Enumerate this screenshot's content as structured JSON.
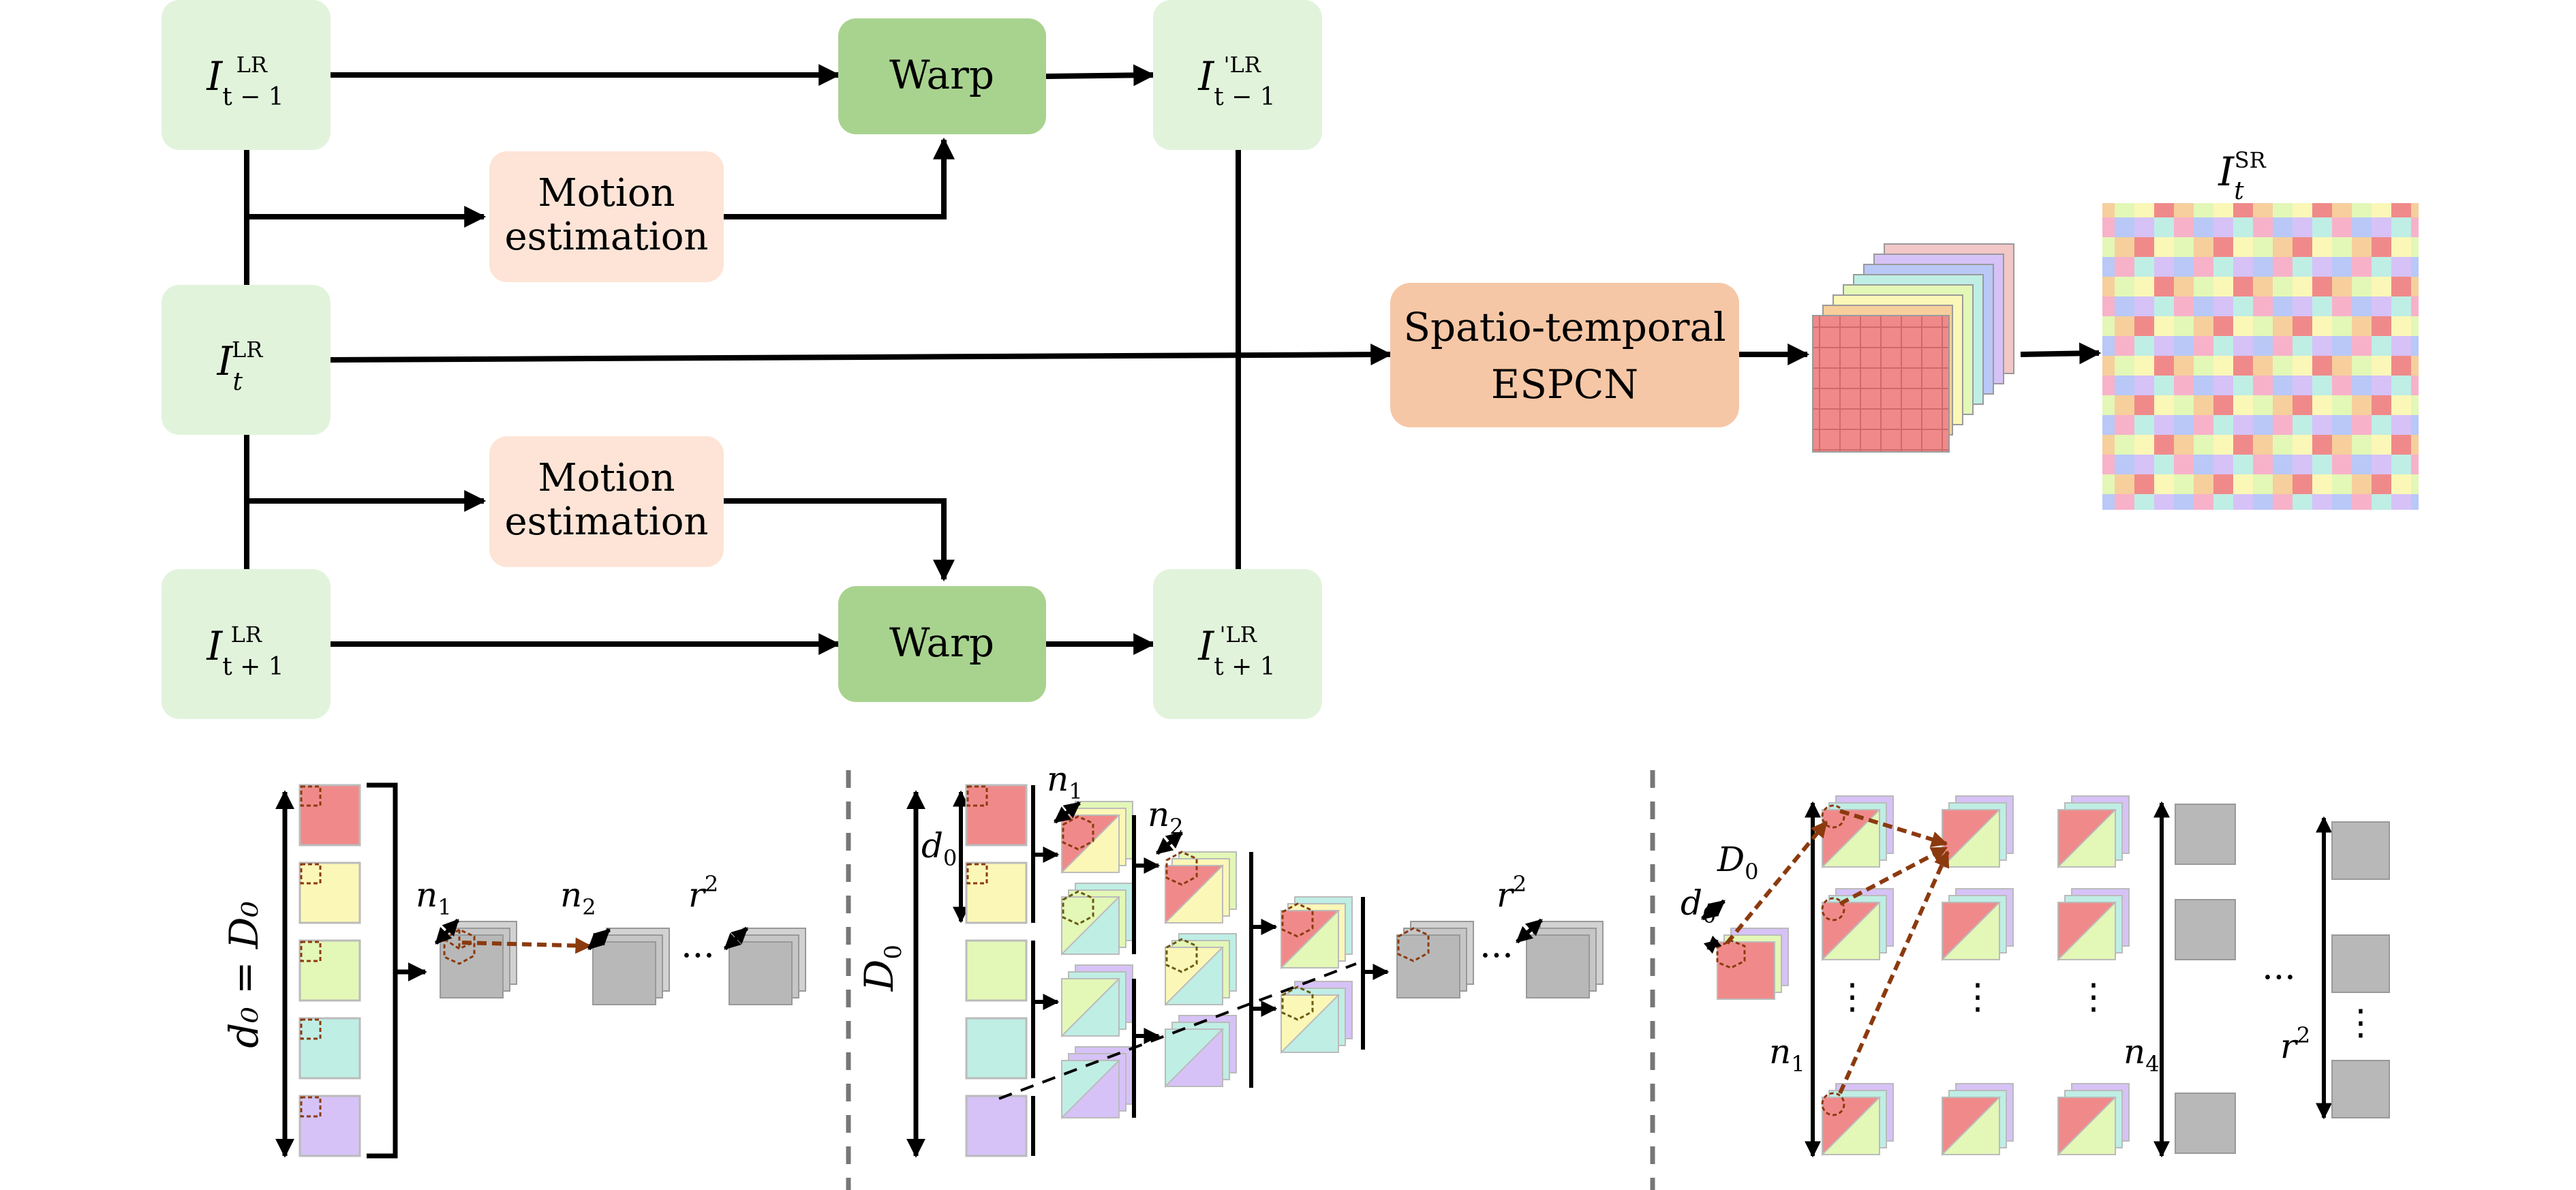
{
  "colors": {
    "frame_box": "#e2f3dc",
    "warp_box": "#a8d38f",
    "motion_box": "#fde4d6",
    "espcn_box": "#f6c7a6",
    "arrow": "#000000",
    "motion_arrow": "#8b3a0e",
    "grey_block": "#b8b8b8",
    "divider": "#777777",
    "red": "#f08a8a",
    "yellow": "#fbf7b7",
    "lime": "#e3f7b7",
    "teal": "#bfeee5",
    "purple": "#d6c2f7",
    "orange": "#f6cf9c",
    "blue": "#b9c8f7",
    "pink": "#f7b2c9"
  },
  "frames": {
    "prev": {
      "base": "I",
      "sub": "t − 1",
      "sup": "LR"
    },
    "curr": {
      "base": "I",
      "sub": "t",
      "sup": "LR"
    },
    "next": {
      "base": "I",
      "sub": "t + 1",
      "sup": "LR"
    },
    "prev_warped": {
      "base": "I",
      "sub": "t − 1",
      "sup": "'LR"
    },
    "next_warped": {
      "base": "I",
      "sub": "t + 1",
      "sup": "'LR"
    }
  },
  "blocks": {
    "warp_top": "Warp",
    "warp_bottom": "Warp",
    "motion_top": [
      "Motion",
      "estimation"
    ],
    "motion_bottom": [
      "Motion",
      "estimation"
    ],
    "espcn": [
      "Spatio-temporal",
      "ESPCN"
    ]
  },
  "output": {
    "base": "I",
    "sub": "t",
    "sup": "SR"
  },
  "panels": {
    "left": {
      "depth_label": "d₀ = D₀",
      "n1": "n",
      "n1_sub": "1",
      "n2": "n",
      "n2_sub": "2",
      "r2": "r",
      "r2_sup": "2",
      "dots": "···"
    },
    "middle": {
      "D0": "D",
      "D0_sub": "0",
      "d0": "d",
      "d0_sub": "0",
      "n1": "n",
      "n1_sub": "1",
      "n2": "n",
      "n2_sub": "2",
      "r2": "r",
      "r2_sup": "2",
      "dots": "···"
    },
    "right": {
      "D0": "D",
      "D0_sub": "0",
      "d0": "d",
      "d0_sub": "0",
      "n1": "n",
      "n1_sub": "1",
      "n4": "n",
      "n4_sub": "4",
      "r2": "r",
      "r2_sup": "2",
      "hdots": "···",
      "vdots": "⋮"
    }
  }
}
